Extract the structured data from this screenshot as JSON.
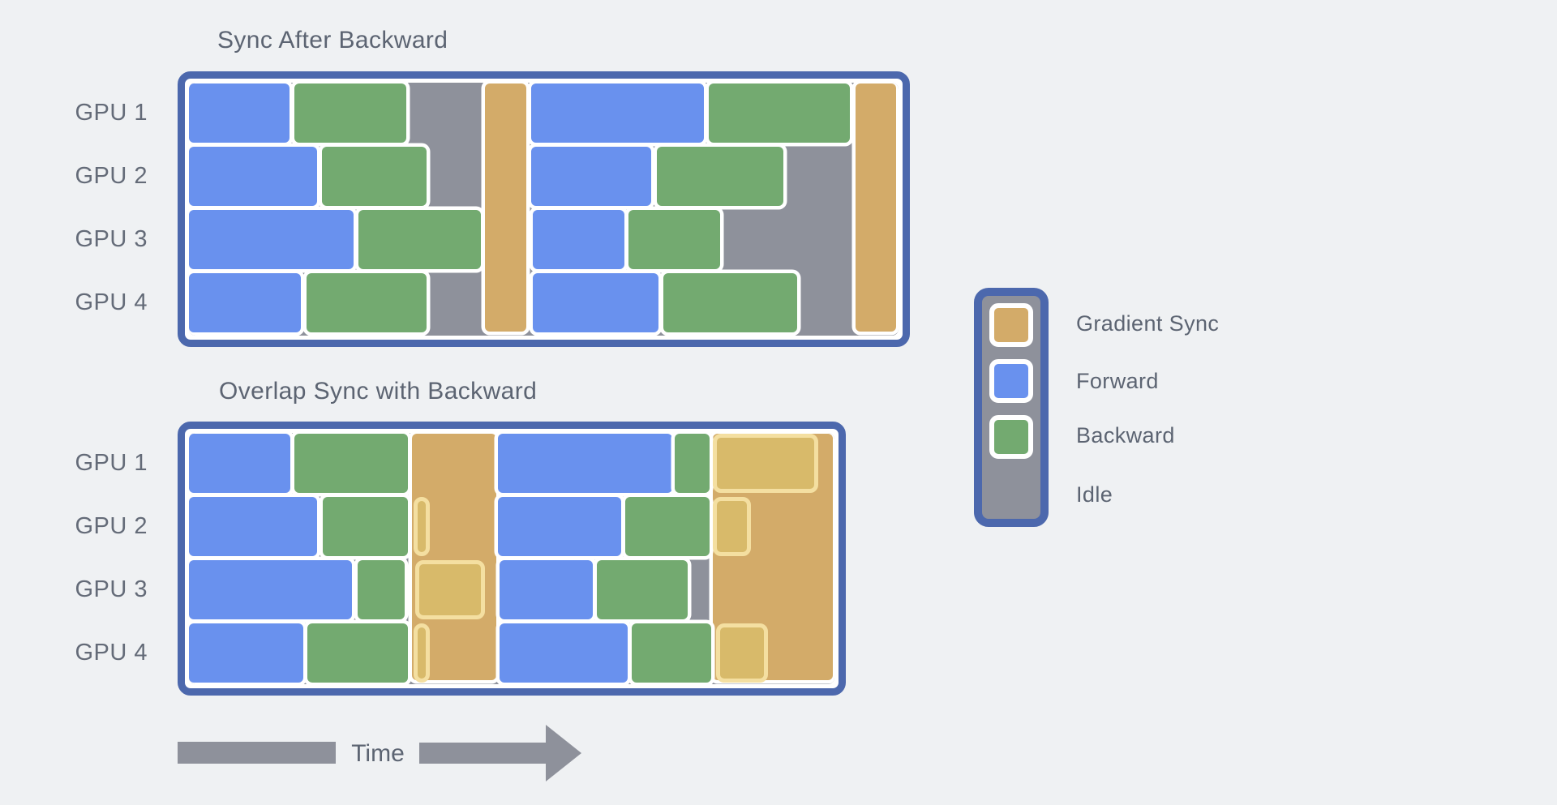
{
  "colors": {
    "background": "#eff1f3",
    "forward": "#6991ee",
    "backward": "#73aa70",
    "sync": "#d3ab69",
    "sync_overlay_fill": "#d8ba6a",
    "sync_overlay_border": "#f4dfa1",
    "idle": "#8e919b",
    "panel_border": "#4c68ad",
    "separator": "#ffffff",
    "text": "#5c6472"
  },
  "charts": [
    {
      "title": "Sync After Backward",
      "gpu_labels": [
        "GPU 1",
        "GPU 2",
        "GPU 3",
        "GPU 4"
      ],
      "sync_bars": [
        [
          41.7,
          47.5
        ],
        [
          93.9,
          99.6
        ]
      ],
      "rows": [
        [
          [
            "forward",
            0,
            14.2
          ],
          [
            "backward",
            14.9,
            30.6
          ],
          [
            "forward",
            48.2,
            72.6
          ],
          [
            "backward",
            73.3,
            93.1
          ]
        ],
        [
          [
            "forward",
            0,
            18.1
          ],
          [
            "backward",
            18.7,
            33.5
          ],
          [
            "forward",
            48.2,
            65.1
          ],
          [
            "backward",
            65.9,
            83.8
          ]
        ],
        [
          [
            "forward",
            0,
            23.2
          ],
          [
            "backward",
            23.9,
            41.1
          ],
          [
            "forward",
            48.5,
            61.4
          ],
          [
            "backward",
            61.9,
            74.9
          ]
        ],
        [
          [
            "forward",
            0,
            15.8
          ],
          [
            "backward",
            16.6,
            33.5
          ],
          [
            "forward",
            48.5,
            66.2
          ],
          [
            "backward",
            66.9,
            85.7
          ]
        ]
      ],
      "overlays": []
    },
    {
      "title": "Overlap Sync with Backward",
      "gpu_labels": [
        "GPU 1",
        "GPU 2",
        "GPU 3",
        "GPU 4"
      ],
      "sync_bars": [
        [
          34.5,
          47.6
        ],
        [
          81.2,
          99.7
        ]
      ],
      "rows": [
        [
          [
            "forward",
            0,
            15.7
          ],
          [
            "backward",
            16.3,
            33.9
          ],
          [
            "forward",
            47.9,
            74.9
          ],
          [
            "backward",
            75.3,
            80.6
          ]
        ],
        [
          [
            "forward",
            0,
            19.9
          ],
          [
            "backward",
            20.7,
            33.9
          ],
          [
            "forward",
            47.9,
            67.0
          ],
          [
            "backward",
            67.6,
            80.6
          ]
        ],
        [
          [
            "forward",
            0,
            25.2
          ],
          [
            "backward",
            26.1,
            33.4
          ],
          [
            "forward",
            48.1,
            62.6
          ],
          [
            "backward",
            63.2,
            77.3
          ]
        ],
        [
          [
            "forward",
            0,
            17.7
          ],
          [
            "backward",
            18.4,
            33.9
          ],
          [
            "forward",
            48.1,
            68.0
          ],
          [
            "backward",
            68.6,
            80.9
          ]
        ]
      ],
      "overlays": [
        [
          0,
          81.2,
          97.5
        ],
        [
          1,
          34.8,
          37.3
        ],
        [
          1,
          81.2,
          87.1
        ],
        [
          2,
          35.0,
          45.8
        ],
        [
          3,
          34.8,
          37.3
        ],
        [
          3,
          81.7,
          89.7
        ]
      ]
    }
  ],
  "legend": {
    "items": [
      {
        "label": "Gradient Sync",
        "type": "sync"
      },
      {
        "label": "Forward",
        "type": "forward"
      },
      {
        "label": "Backward",
        "type": "backward"
      },
      {
        "label": "Idle",
        "type": "idle"
      }
    ]
  },
  "time_axis": {
    "label": "Time"
  }
}
